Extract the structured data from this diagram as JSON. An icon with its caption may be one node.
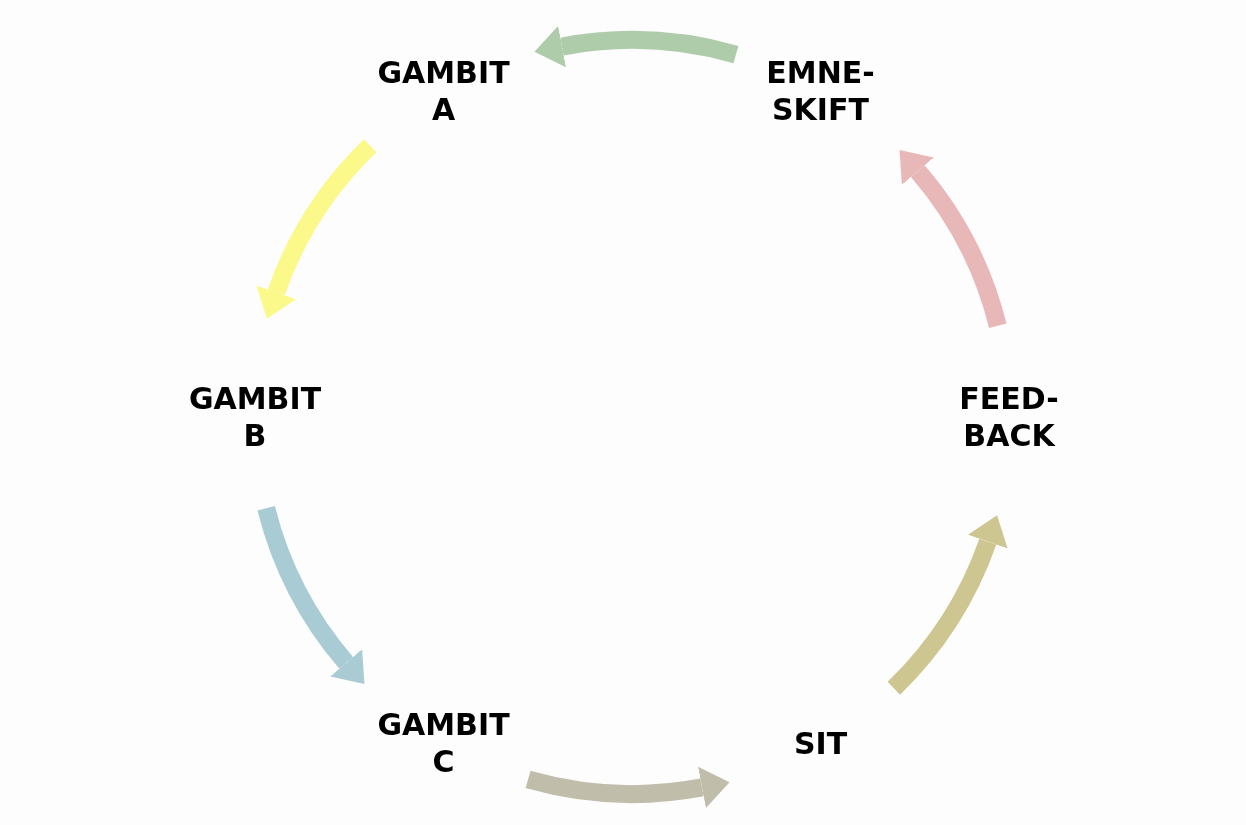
{
  "diagram": {
    "nodes": [
      {
        "text": [
          "GAMBIT A"
        ]
      },
      {
        "text": [
          "EMNE- SKIFT"
        ]
      },
      {
        "text": [
          "GAMBIT B"
        ]
      },
      {
        "text": [
          "FEED- BACK"
        ]
      },
      {
        "text": [
          "GAMBIT C"
        ]
      },
      {
        "text": [
          "SIT"
        ]
      }
    ],
    "edges": [
      {
        "from": 0,
        "to": 2,
        "arrow": "to",
        "color": "#fbf98a"
      },
      {
        "from": 2,
        "to": 4,
        "arrow": "to",
        "color": "#a9ccd4"
      },
      {
        "from": 4,
        "to": 5,
        "arrow": "to",
        "color": "#c0bdaa"
      },
      {
        "from": 5,
        "to": 3,
        "arrow": "to",
        "color": "#cdc690"
      },
      {
        "from": 3,
        "to": 1,
        "arrow": "to",
        "color": "#e8b8b8"
      },
      {
        "from": 1,
        "to": 0,
        "arrow": "to",
        "color": "#aecbaa"
      }
    ]
  }
}
